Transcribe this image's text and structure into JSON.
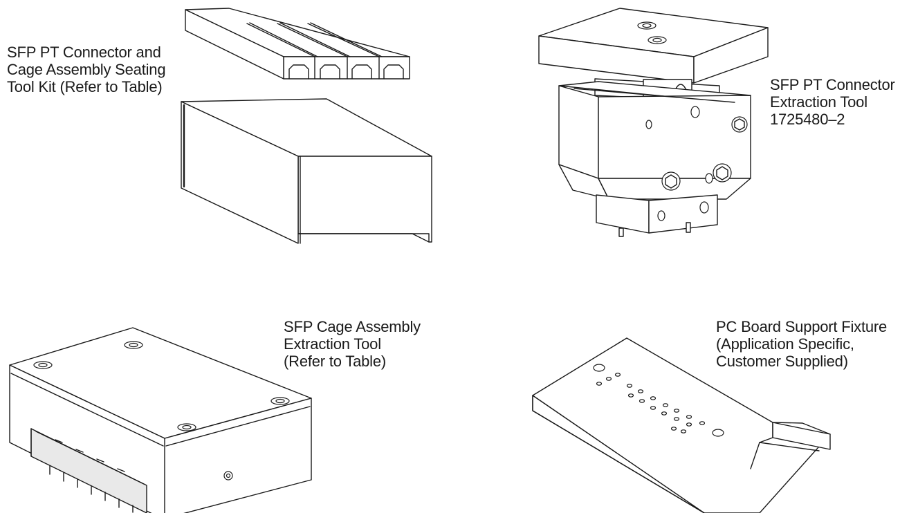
{
  "labels": {
    "seating_tool_kit": {
      "line1": "SFP PT Connector and",
      "line2": "Cage Assembly Seating",
      "line3": "Tool Kit (Refer to Table)"
    },
    "pt_extraction_tool": {
      "line1": "SFP PT Connector",
      "line2": "Extraction Tool",
      "line3": "1725480–2"
    },
    "cage_extraction_tool": {
      "line1": "SFP Cage Assembly",
      "line2": "Extraction Tool",
      "line3": "(Refer to Table)"
    },
    "pcb_support_fixture": {
      "line1": "PC Board Support Fixture",
      "line2": "(Application Specific,",
      "line3": "Customer Supplied)"
    }
  },
  "colors": {
    "ink": "#1a1a1a",
    "paper": "#ffffff"
  }
}
